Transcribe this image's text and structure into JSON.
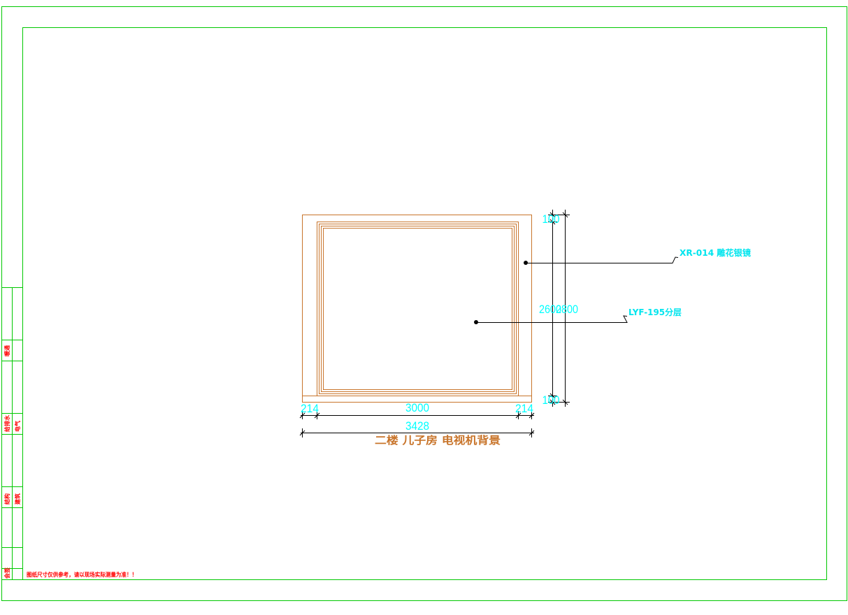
{
  "drawing": {
    "title": "二楼 儿子房 电视机背景",
    "note": "图纸尺寸仅供参考，请以现场实际测量为准！！",
    "colors": {
      "border": "#00c800",
      "wall": "#c8742a",
      "dimension": "#00ffff",
      "leader": "#000000",
      "note": "#ff0000"
    }
  },
  "dimensions": {
    "left": "214",
    "middle": "3000",
    "right": "214",
    "total_width": "3428",
    "top": "100",
    "inner_height": "2600",
    "total_height": "2800",
    "bottom": "100"
  },
  "annotations": {
    "material_1": "XR-014 雕花银镜",
    "material_2": "LYF-195分层"
  },
  "side_panel": {
    "labels": [
      "暖通",
      "给排水",
      "电气",
      "结构",
      "建筑",
      "会签"
    ]
  }
}
